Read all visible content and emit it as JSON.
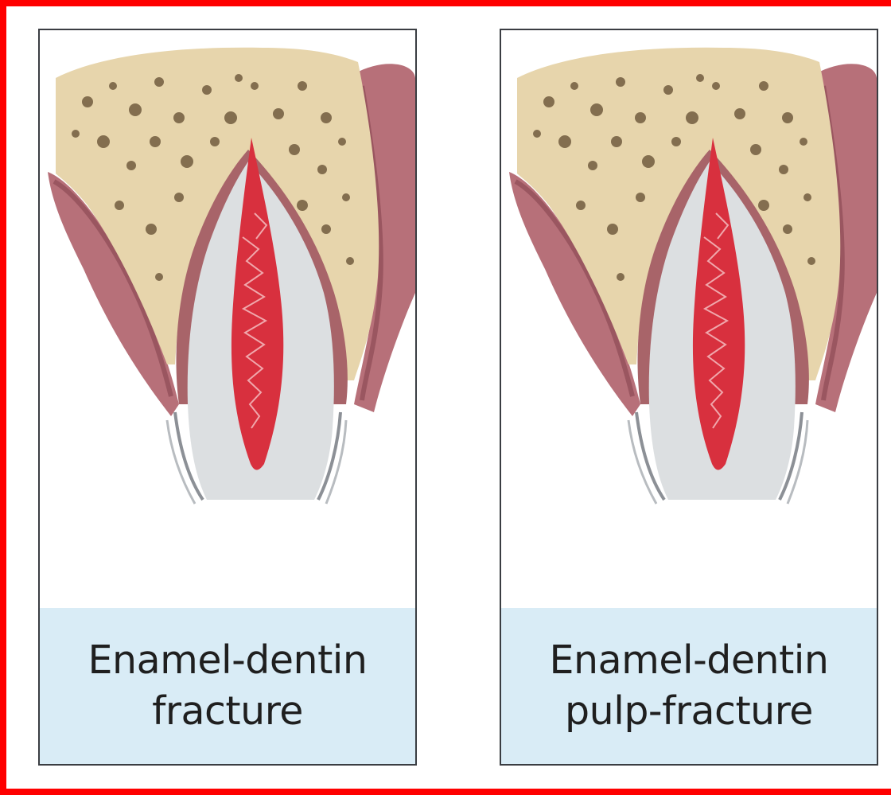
{
  "colors": {
    "frame": "#ff0000",
    "caption_background": "#d9ecf6",
    "bone": "#e7d5ac",
    "gum": "#b77079",
    "tooth": "#dcdfe1",
    "pulp": "#d8303e"
  },
  "panels": [
    {
      "caption_line1": "Enamel-dentin",
      "caption_line2": "fracture"
    },
    {
      "caption_line1": "Enamel-dentin",
      "caption_line2": "pulp-fracture"
    }
  ]
}
